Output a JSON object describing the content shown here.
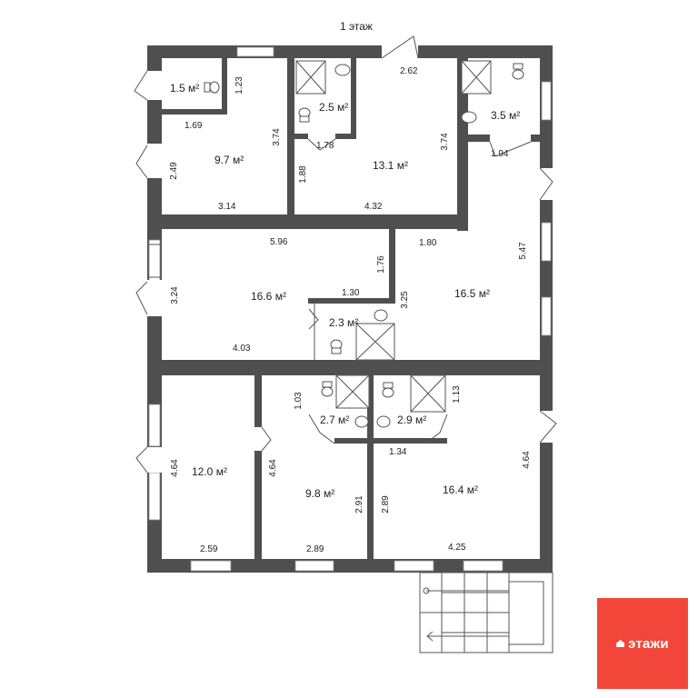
{
  "title": "1 этаж",
  "rooms": [
    {
      "key": "wc_top_left",
      "area": "1.5 м²"
    },
    {
      "key": "room_top_left",
      "area": "9.7 м²"
    },
    {
      "key": "bath_top_mid",
      "area": "2.5 м²"
    },
    {
      "key": "room_top_mid",
      "area": "13.1 м²"
    },
    {
      "key": "bath_top_right",
      "area": "3.5 м²"
    },
    {
      "key": "hall_left",
      "area": "16.6 м²"
    },
    {
      "key": "bath_center",
      "area": "2.3 м²"
    },
    {
      "key": "hall_right",
      "area": "16.5 м²"
    },
    {
      "key": "bath_low_a",
      "area": "2.7 м²"
    },
    {
      "key": "bath_low_b",
      "area": "2.9 м²"
    },
    {
      "key": "room_bottom_left",
      "area": "12.0 м²"
    },
    {
      "key": "room_bottom_mid",
      "area": "9.8 м²"
    },
    {
      "key": "room_bottom_right",
      "area": "16.4 м²"
    }
  ],
  "dimensions": [
    "1.23",
    "1.69",
    "3.74",
    "2.49",
    "3.14",
    "1.78",
    "1.88",
    "2.62",
    "3.74",
    "4.32",
    "1.94",
    "5.96",
    "1.80",
    "1.76",
    "1.30",
    "3.24",
    "3.25",
    "5.47",
    "4.03",
    "1.03",
    "1.13",
    "1.34",
    "4.64",
    "4.64",
    "2.91",
    "2.89",
    "4.64",
    "2.59",
    "2.89",
    "4.25"
  ],
  "logo": {
    "text": "этажи",
    "bg_color": "#f2463a"
  },
  "colors": {
    "wall": "#4f4f4f",
    "background": "#ffffff"
  }
}
